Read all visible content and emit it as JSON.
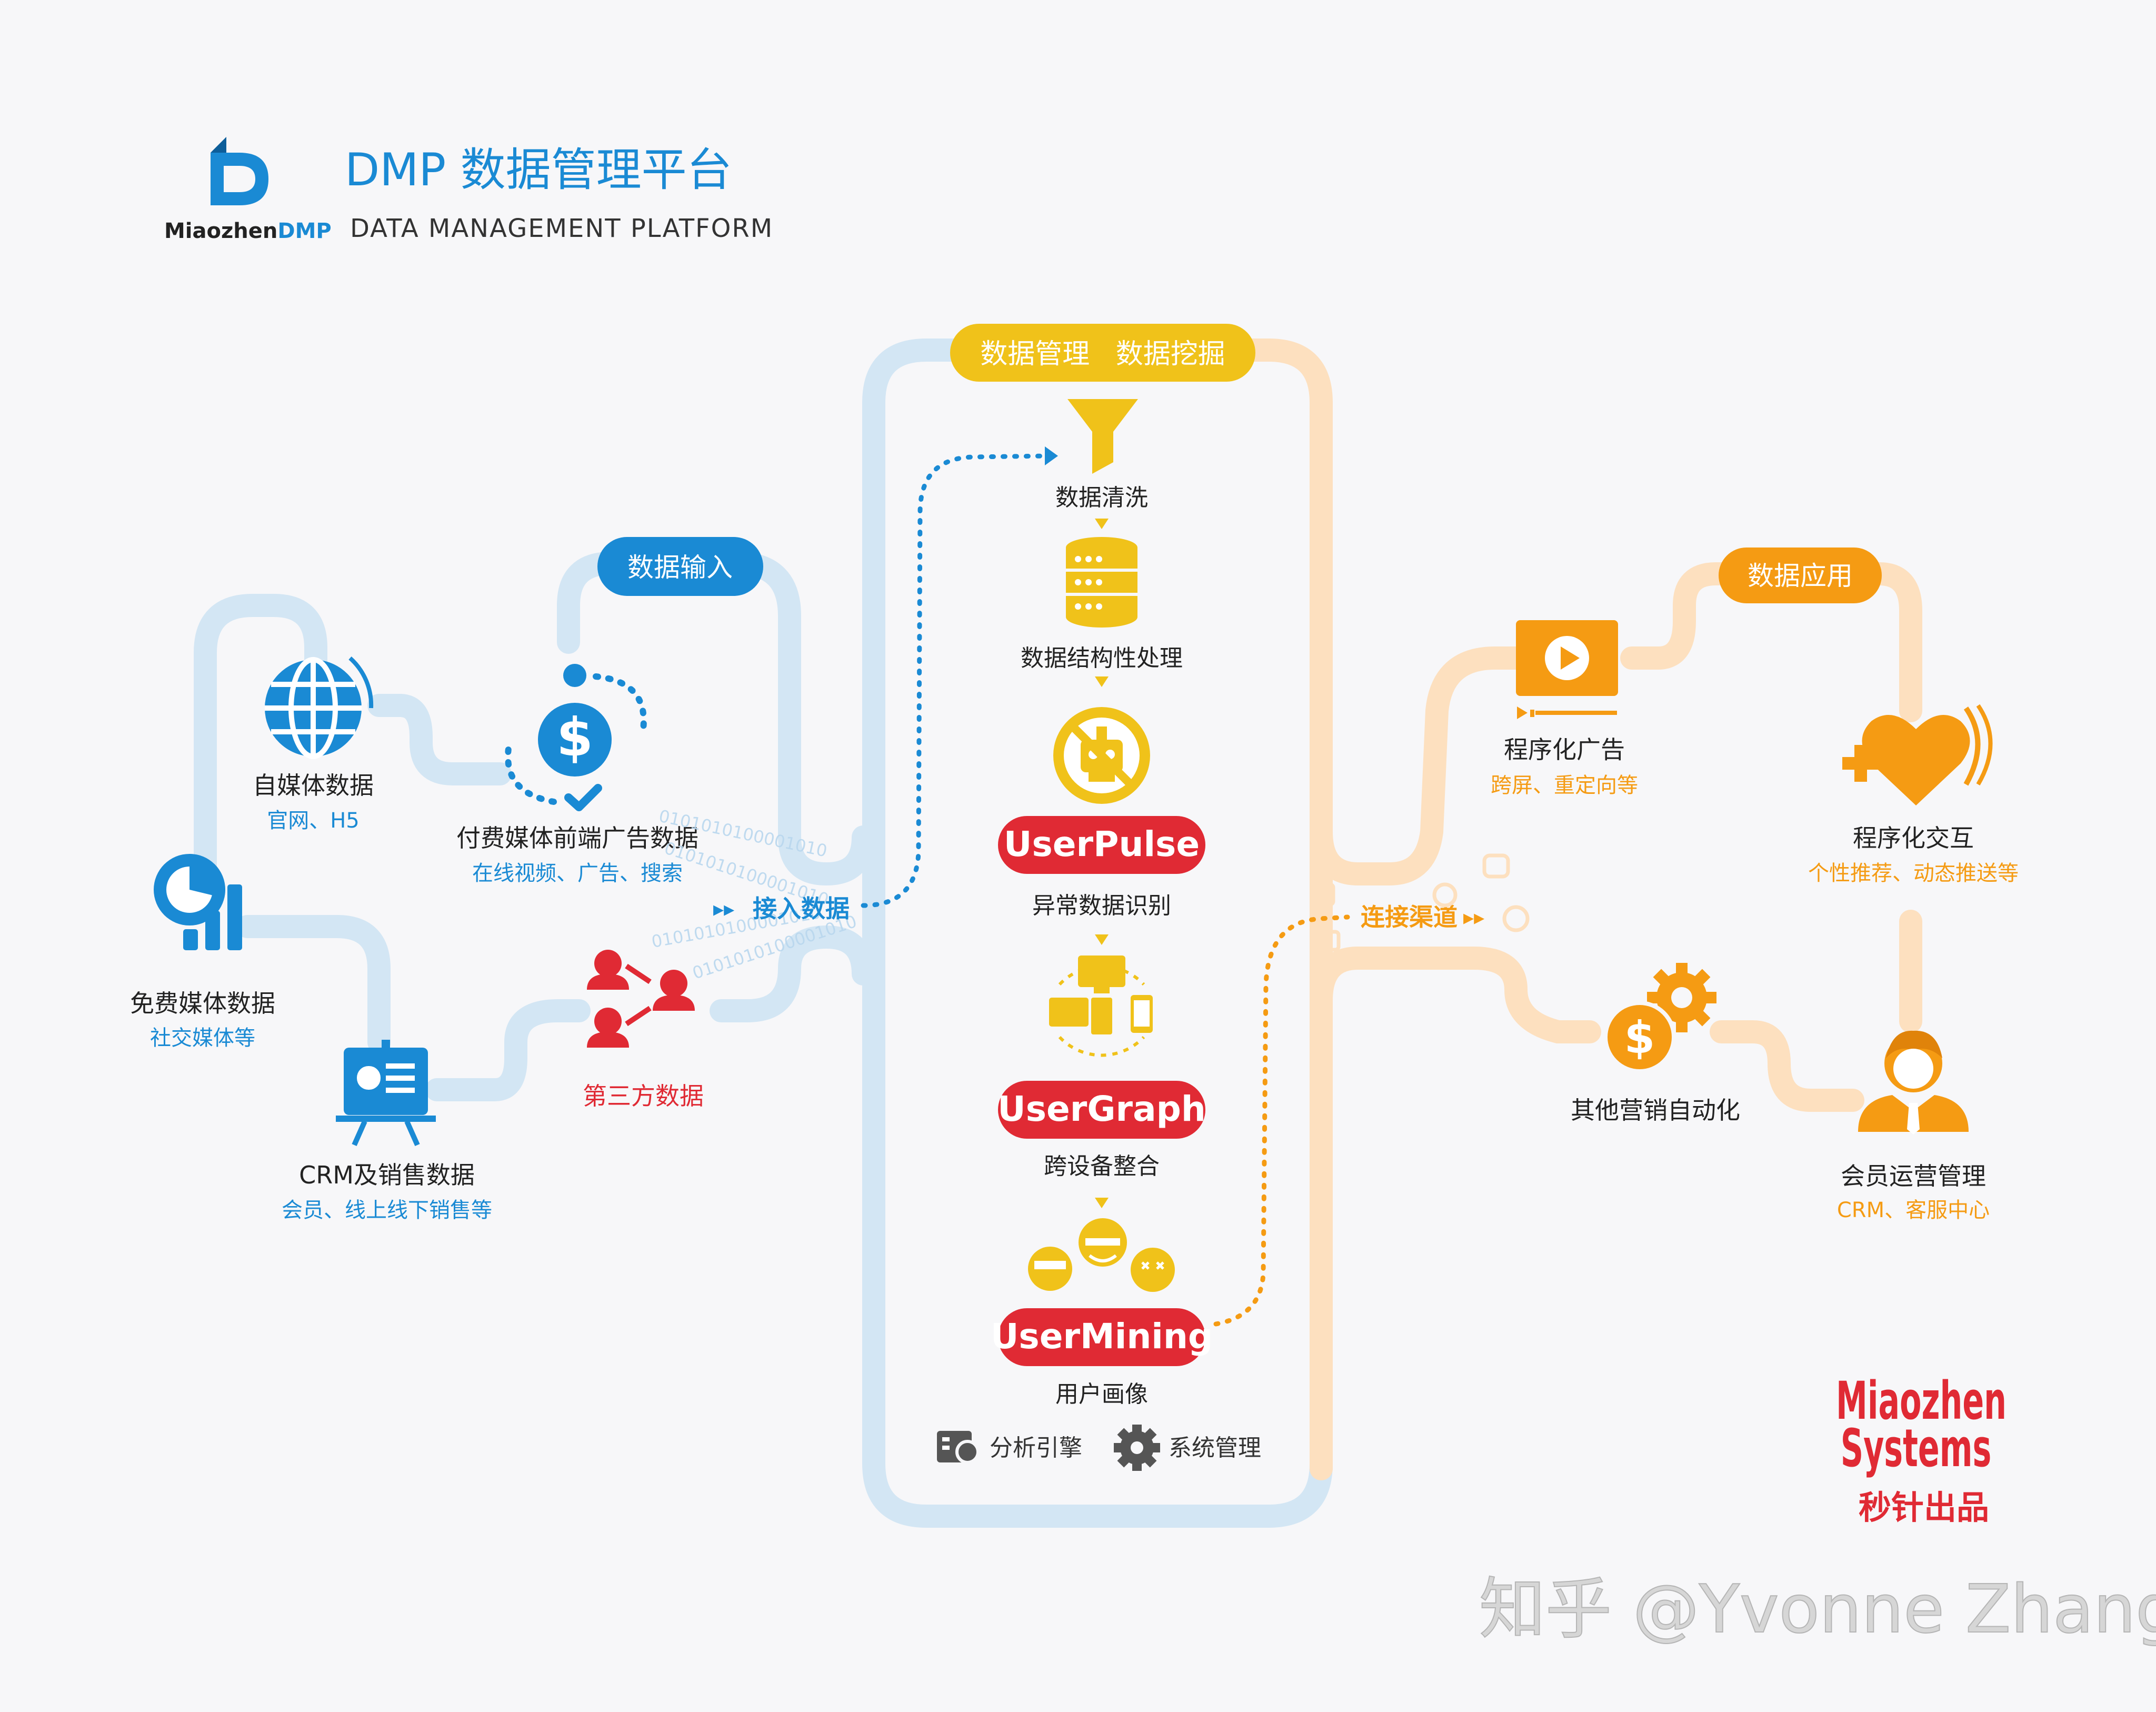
{
  "header": {
    "logo_text_a": "Miaozhen",
    "logo_text_b": "DMP",
    "title": "DMP 数据管理平台",
    "subtitle": "DATA MANAGEMENT PLATFORM"
  },
  "sources": {
    "own_media": {
      "label": "自媒体数据",
      "sub": "官网、H5"
    },
    "paid_media": {
      "label": "付费媒体前端广告数据",
      "sub": "在线视频、广告、搜索"
    },
    "free_media": {
      "label": "免费媒体数据",
      "sub": "社交媒体等"
    },
    "crm": {
      "label": "CRM及销售数据",
      "sub": "会员、线上线下销售等"
    },
    "third_party": {
      "label": "第三方数据"
    },
    "input_pill": "数据输入",
    "access_data": "接入数据"
  },
  "core": {
    "header_pill": "数据管理   数据挖掘",
    "cleaning": "数据清洗",
    "structuring": "数据结构性处理",
    "userpulse": "UserPulse",
    "anomaly": "异常数据识别",
    "usergraph": "UserGraph",
    "cross_device": "跨设备整合",
    "usermining": "UserMining",
    "persona": "用户画像",
    "engine": "分析引擎",
    "system": "系统管理"
  },
  "apps": {
    "app_pill": "数据应用",
    "connect": "连接渠道",
    "programmatic_ad": {
      "label": "程序化广告",
      "sub": "跨屏、重定向等"
    },
    "programmatic_interact": {
      "label": "程序化交互",
      "sub": "个性推荐、动态推送等"
    },
    "marketing_auto": {
      "label": "其他营销自动化"
    },
    "member_ops": {
      "label": "会员运营管理",
      "sub": "CRM、客服中心"
    }
  },
  "brand": {
    "line1": "Miaozhen",
    "line2": "Systems",
    "product": "秒针出品"
  },
  "watermark": "知乎 @Yvonne Zhang",
  "binary_text": "0101010100001010",
  "colors": {
    "blue": "#1a8ad4",
    "light_blue": "#d3e6f4",
    "peach": "#fde0bf",
    "orange": "#f59b13",
    "yellow": "#f0c21a",
    "red": "#e02a34",
    "text": "#222222",
    "grey": "#9a9a9a"
  }
}
